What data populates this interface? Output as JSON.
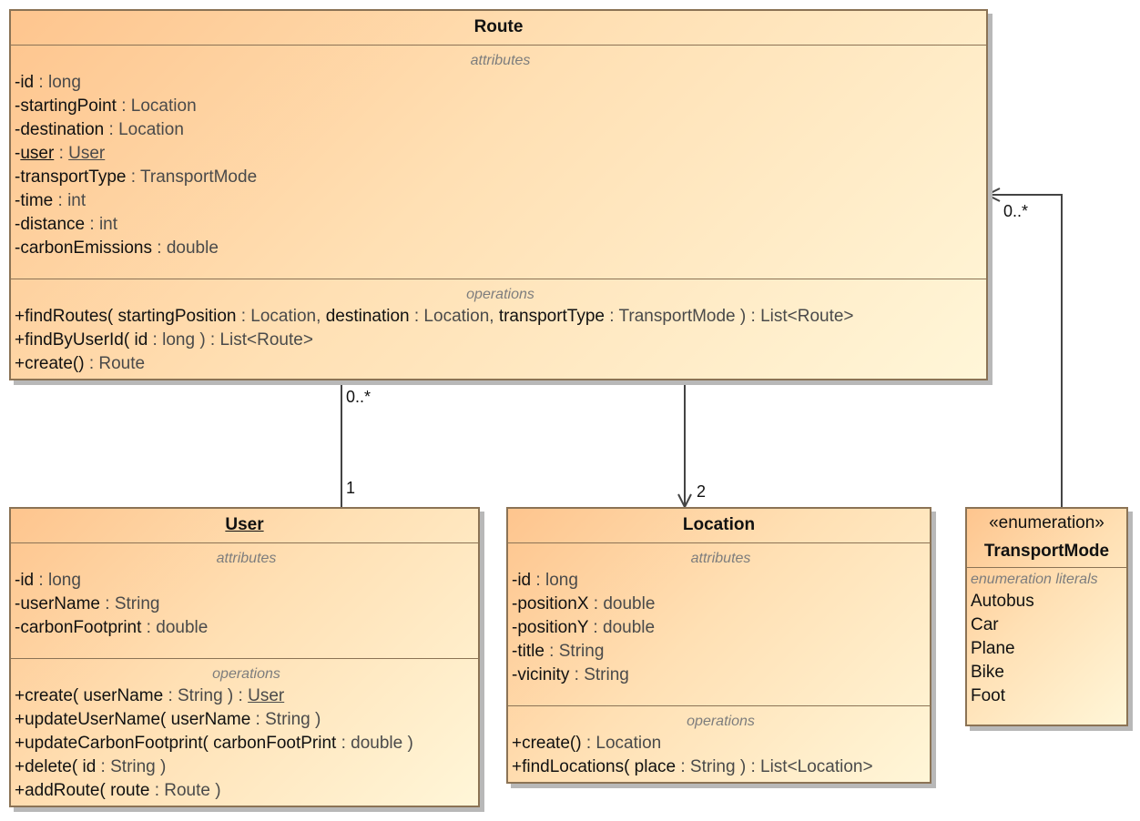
{
  "route": {
    "name": "Route",
    "attributes_label": "attributes",
    "operations_label": "operations",
    "attributes": [
      {
        "vis": "-",
        "name": "id",
        "sep": " : ",
        "type": "long"
      },
      {
        "vis": "-",
        "name": "startingPoint",
        "sep": " : ",
        "type": "Location"
      },
      {
        "vis": "-",
        "name": "destination",
        "sep": " : ",
        "type": "Location"
      },
      {
        "vis": "-",
        "name": "user",
        "sep": " : ",
        "type": "User"
      },
      {
        "vis": "-",
        "name": "transportType",
        "sep": "  : ",
        "type": "TransportMode"
      },
      {
        "vis": "-",
        "name": "time",
        "sep": " : ",
        "type": "int"
      },
      {
        "vis": "-",
        "name": "distance",
        "sep": " : ",
        "type": "int"
      },
      {
        "vis": "-",
        "name": "carbonEmissions",
        "sep": " : ",
        "type": "double"
      }
    ],
    "operations": [
      {
        "sig": "+findRoutes( ",
        "p1": "startingPosition",
        "t1": " : Location, ",
        "p2": "destination",
        "t2": " : Location, ",
        "p3": "transportType",
        "t3": "  : TransportMode  ) : List<Route>"
      },
      {
        "sig": "+findByUserId( ",
        "p1": "id",
        "t1": " : long ) : List<Route>"
      },
      {
        "sig": "+create()",
        "t1": " : Route"
      }
    ]
  },
  "user": {
    "name": "User",
    "attributes_label": "attributes",
    "operations_label": "operations",
    "attributes": [
      {
        "vis": "-",
        "name": "id",
        "sep": " : ",
        "type": "long"
      },
      {
        "vis": "-",
        "name": "userName",
        "sep": " : ",
        "type": "String"
      },
      {
        "vis": "-",
        "name": "carbonFootprint",
        "sep": " : ",
        "type": "double"
      }
    ],
    "operations": [
      {
        "sig": "+create( ",
        "p1": "userName",
        "t1": "  : String ) : ",
        "ret": "User"
      },
      {
        "sig": "+updateUserName( ",
        "p1": "userName",
        "t1": "  : String )"
      },
      {
        "sig": "+updateCarbonFootprint( ",
        "p1": "carbonFootPrint",
        "t1": " : double )"
      },
      {
        "sig": "+delete( ",
        "p1": "id",
        "t1": " : String )"
      },
      {
        "sig": "+addRoute( ",
        "p1": "route",
        "t1": " : Route )"
      }
    ]
  },
  "location": {
    "name": "Location",
    "attributes_label": "attributes",
    "operations_label": "operations",
    "attributes": [
      {
        "vis": "-",
        "name": "id",
        "sep": " : ",
        "type": "long"
      },
      {
        "vis": "-",
        "name": "positionX",
        "sep": " : ",
        "type": "double"
      },
      {
        "vis": "-",
        "name": "positionY",
        "sep": " : ",
        "type": "double"
      },
      {
        "vis": "-",
        "name": "title",
        "sep": " : ",
        "type": "String"
      },
      {
        "vis": "-",
        "name": "vicinity",
        "sep": " : ",
        "type": "String"
      }
    ],
    "operations": [
      {
        "sig": "+create()",
        "t1": " : Location"
      },
      {
        "sig": "+findLocations( ",
        "p1": "place",
        "t1": " : String ) : List<Location>"
      }
    ]
  },
  "transport_mode": {
    "stereotype": "«enumeration»",
    "name": "TransportMode",
    "literals_label": "enumeration literals",
    "literals": [
      "Autobus",
      "Car",
      "Plane",
      "Bike",
      "Foot"
    ]
  },
  "multiplicities": {
    "route_user_route_end": "0..*",
    "route_user_user_end": "1",
    "route_location_end": "2",
    "transport_route_end": "0..*"
  }
}
